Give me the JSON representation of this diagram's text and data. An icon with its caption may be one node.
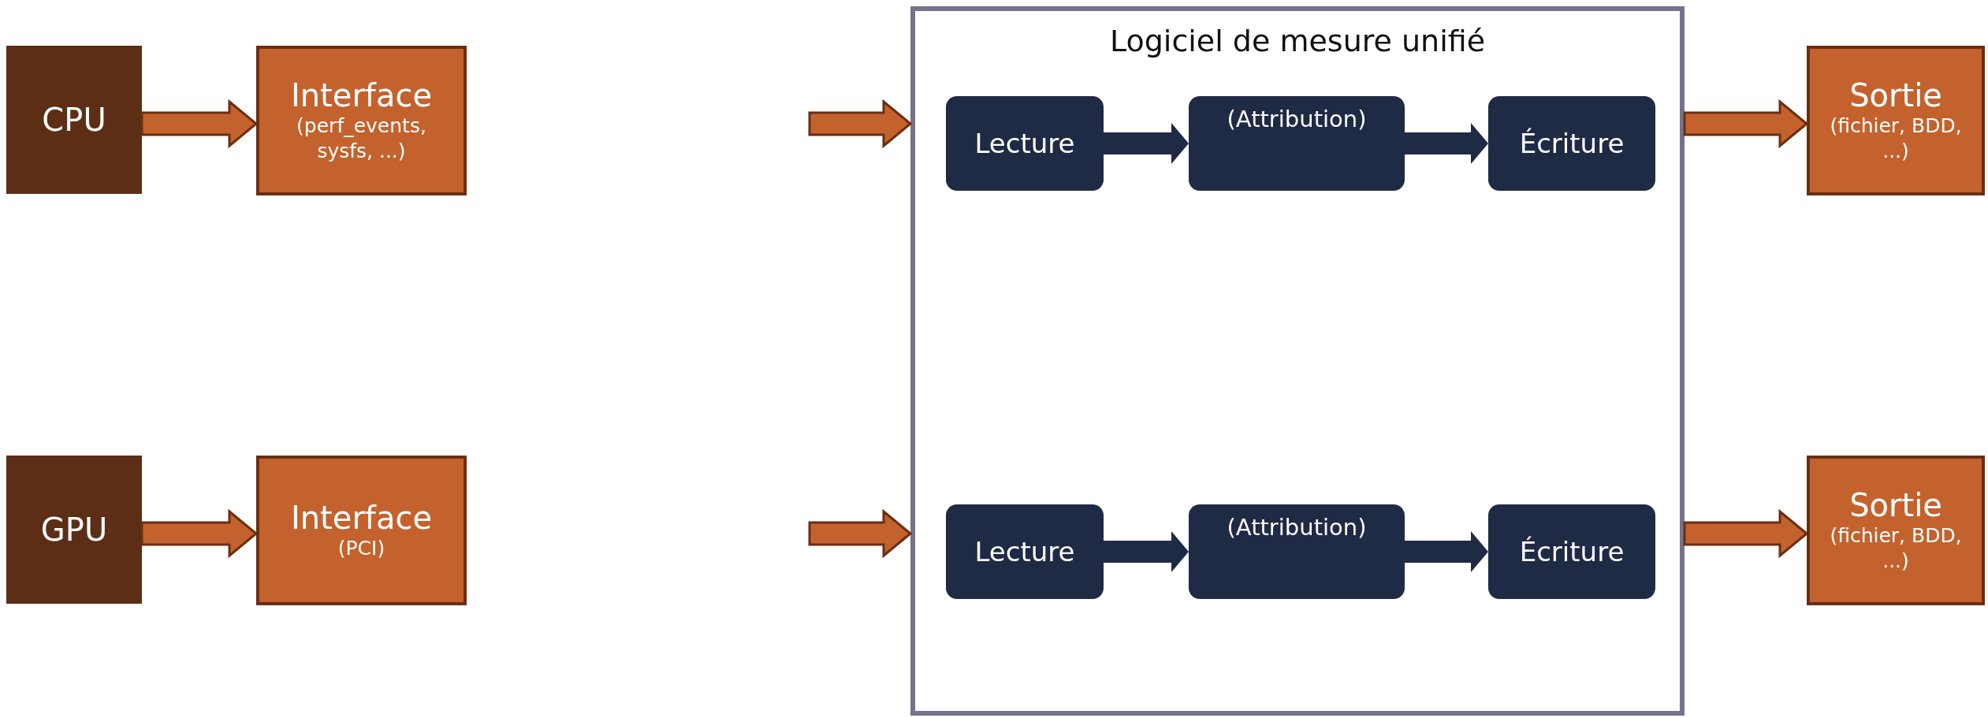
{
  "diagram": {
    "nodes": [
      {
        "text": [
          "CPU"
        ]
      },
      {
        "text": [
          "Interface",
          "(perf_events, sysfs, ...)"
        ]
      },
      {
        "text": [
          "GPU"
        ]
      },
      {
        "text": [
          "Interface",
          "(PCI)"
        ]
      },
      {
        "text": [
          "Logiciel de mesure unifié"
        ]
      },
      {
        "text": [
          "Lecture"
        ],
        "in": 4
      },
      {
        "text": [
          "(Attribution)"
        ],
        "in": 4
      },
      {
        "text": [
          "Écriture"
        ],
        "in": 4
      },
      {
        "text": [
          "Lecture"
        ],
        "in": 4
      },
      {
        "text": [
          "(Attribution)"
        ],
        "in": 4
      },
      {
        "text": [
          "Écriture"
        ],
        "in": 4
      },
      {
        "text": [
          "Sortie",
          "(fichier, BDD, ...)"
        ]
      },
      {
        "text": [
          "Sortie",
          "(fichier, BDD, ...)"
        ]
      }
    ],
    "edges": [
      {
        "from": 0,
        "to": 1,
        "arrow": "to"
      },
      {
        "from": 2,
        "to": 3,
        "arrow": "to"
      },
      {
        "from": null,
        "to": 4,
        "arrow": "to"
      },
      {
        "from": null,
        "to": 4,
        "arrow": "to"
      },
      {
        "from": 5,
        "to": 6,
        "arrow": "to",
        "color": "#1f2a44"
      },
      {
        "from": 6,
        "to": 7,
        "arrow": "to",
        "color": "#1f2a44"
      },
      {
        "from": 8,
        "to": 9,
        "arrow": "to",
        "color": "#1f2a44"
      },
      {
        "from": 9,
        "to": 10,
        "arrow": "to",
        "color": "#1f2a44"
      },
      {
        "from": 4,
        "to": 11,
        "arrow": "to"
      },
      {
        "from": 4,
        "to": 12,
        "arrow": "to"
      }
    ]
  }
}
